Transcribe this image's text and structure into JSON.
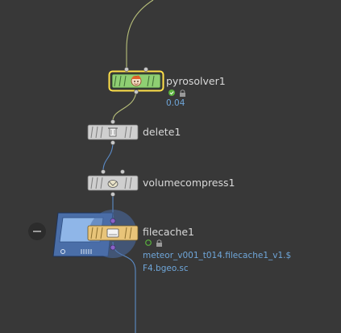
{
  "network": {
    "nodes": [
      {
        "id": "pyrosolver",
        "name": "pyrosolver1",
        "value": "0.04",
        "icon": "pyro-fire-face-icon",
        "selected": true,
        "color": "#8fcf73"
      },
      {
        "id": "delete",
        "name": "delete1",
        "icon": "delete-icon",
        "color": "#cfcfcf"
      },
      {
        "id": "volumecompress",
        "name": "volumecompress1",
        "icon": "volume-compress-icon",
        "color": "#cfcfcf"
      },
      {
        "id": "filecache",
        "name": "filecache1",
        "icon": "file-cache-icon",
        "color": "#e8c479"
      }
    ],
    "filecache_path_line1": "meteor_v001_t014.filecache1_v1.$",
    "filecache_path_line2": "F4.bgeo.sc"
  },
  "colors": {
    "background": "#383838",
    "wire_green": "#b8c07a",
    "wire_gray": "#9a9a9a",
    "wire_blue": "#5b8bc7",
    "label_blue": "#6fa6d9",
    "selected_outline": "#ffe14a",
    "filecache_purple": "#8a62c8",
    "filecache_blue_bg": "#4a6ea8"
  }
}
